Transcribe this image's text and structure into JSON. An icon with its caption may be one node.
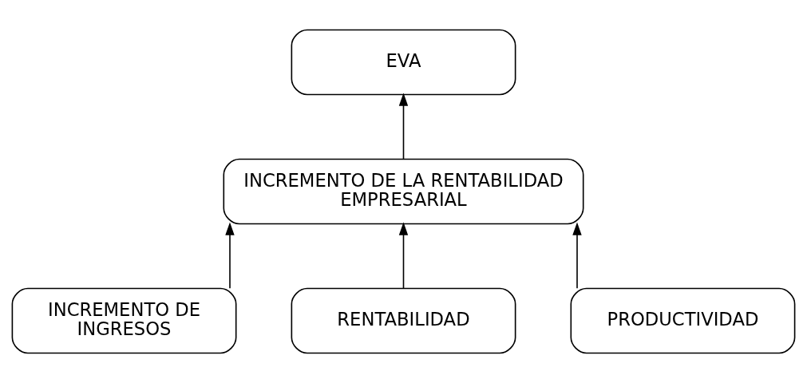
{
  "diagram": {
    "nodes": [
      {
        "text": [
          "EVA"
        ]
      },
      {
        "text": [
          "INCREMENTO DE LA RENTABILIDAD EMPRESARIAL"
        ]
      },
      {
        "text": [
          "INCREMENTO DE INGRESOS"
        ]
      },
      {
        "text": [
          "RENTABILIDAD"
        ]
      },
      {
        "text": [
          "PRODUCTIVIDAD"
        ]
      }
    ],
    "edges": [
      {
        "from": 1,
        "to": 0,
        "arrow": "to"
      },
      {
        "from": 2,
        "to": 1,
        "arrow": "to"
      },
      {
        "from": 3,
        "to": 1,
        "arrow": "to"
      },
      {
        "from": 4,
        "to": 1,
        "arrow": "to"
      }
    ]
  }
}
